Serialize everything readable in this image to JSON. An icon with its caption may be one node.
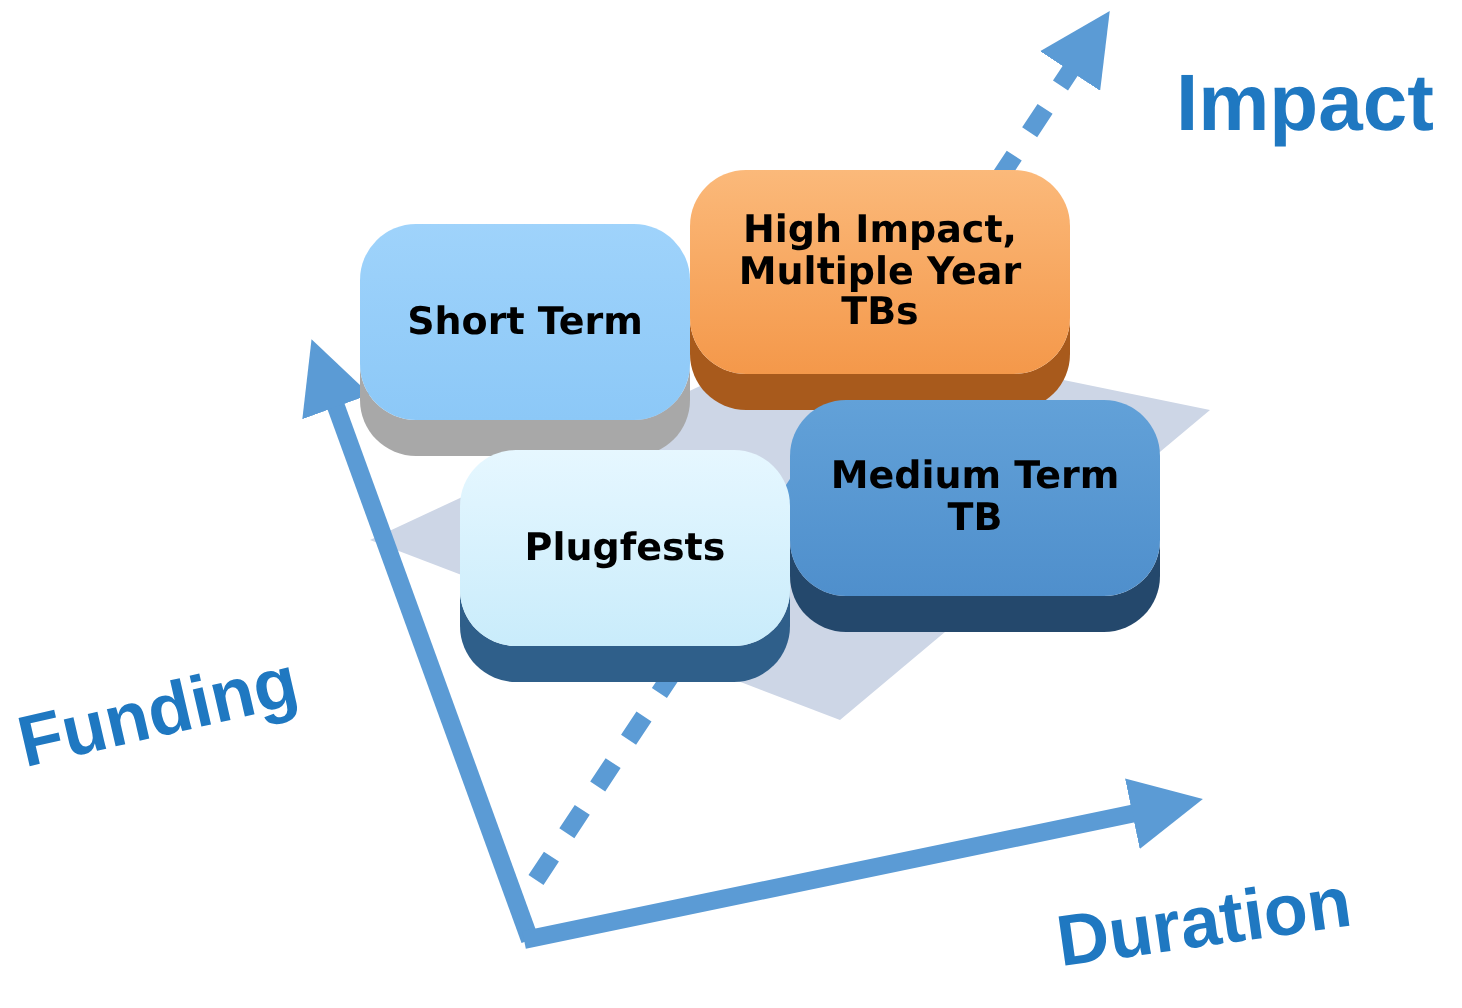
{
  "diagram": {
    "nodes": [
      {
        "text": [
          "Short Term"
        ]
      },
      {
        "text": [
          "High Impact, Multiple Year TBs"
        ]
      },
      {
        "text": [
          "Plugfests"
        ]
      },
      {
        "text": [
          "Medium Term TB"
        ]
      }
    ],
    "labels": [
      "Impact",
      "Funding",
      "Duration"
    ]
  }
}
